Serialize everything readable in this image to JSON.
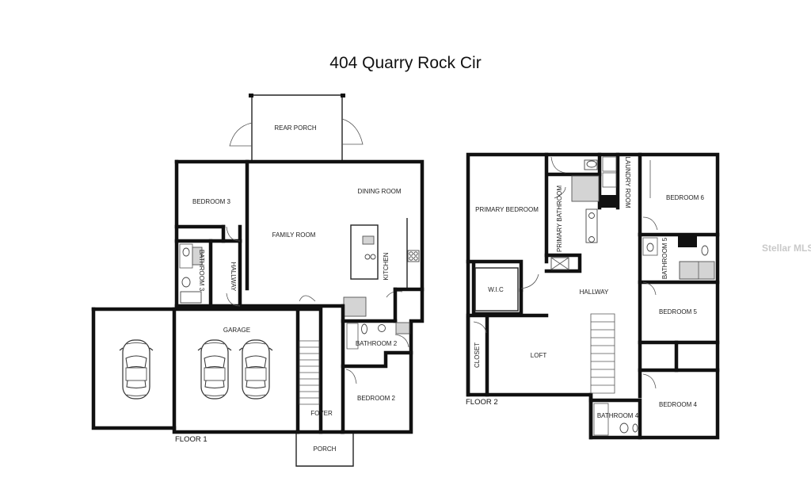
{
  "title": "404 Quarry Rock Cir",
  "watermark": "Stellar MLS",
  "floor1": {
    "label": "FLOOR 1",
    "rooms": {
      "rear_porch": "REAR PORCH",
      "bedroom3": "BEDROOM 3",
      "dining_room": "DINING ROOM",
      "family_room": "FAMILY ROOM",
      "bathroom3": "BATHROOM 3",
      "hallway": "HALLWAY",
      "kitchen": "KITCHEN",
      "garage": "GARAGE",
      "bathroom2": "BATHROOM 2",
      "bedroom2": "BEDROOM 2",
      "foyer": "FOYER",
      "porch": "PORCH"
    }
  },
  "floor2": {
    "label": "FLOOR 2",
    "rooms": {
      "primary_bedroom": "PRIMARY BEDROOM",
      "primary_bathroom": "PRIMARY BATHROOM",
      "laundry_room": "LAUNDRY ROOM",
      "bedroom6": "BEDROOM 6",
      "bathroom5": "BATHROOM 5",
      "wic": "W.I.C",
      "hallway": "HALLWAY",
      "bedroom5": "BEDROOM 5",
      "closet": "CLOSET",
      "loft": "LOFT",
      "bathroom4": "BATHROOM 4",
      "bedroom4": "BEDROOM 4"
    }
  }
}
